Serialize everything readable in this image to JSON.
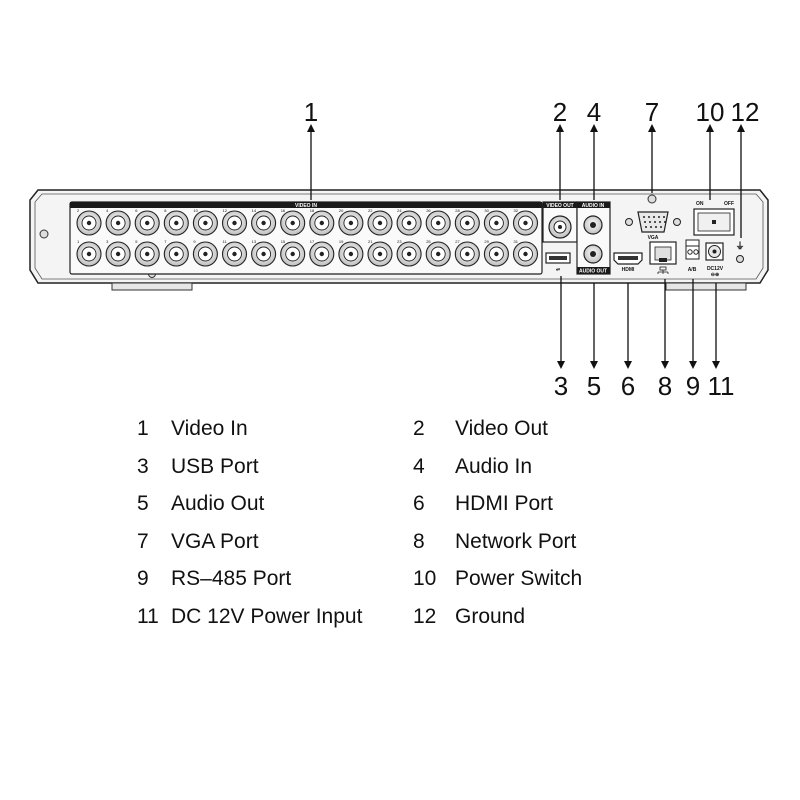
{
  "panel": {
    "video_in_label": "VIDEO IN",
    "video_out_label": "VIDEO OUT",
    "audio_in_label": "AUDIO IN",
    "audio_out_label": "AUDIO OUT",
    "vga_label": "VGA",
    "hdmi_label": "HDMI",
    "rs485_label": "A/B",
    "dc_label": "DC12V",
    "on_label": "ON",
    "off_label": "OFF",
    "usb_symbol": "⭉",
    "ground_symbol": "⏚",
    "bnc_top_numbers": [
      "2",
      "4",
      "6",
      "8",
      "10",
      "12",
      "14",
      "16",
      "18",
      "20",
      "22",
      "24",
      "26",
      "28",
      "30",
      "32"
    ],
    "bnc_bottom_numbers": [
      "1",
      "3",
      "5",
      "7",
      "9",
      "11",
      "13",
      "15",
      "17",
      "19",
      "21",
      "23",
      "25",
      "27",
      "29",
      "31"
    ]
  },
  "callouts": {
    "top": [
      "1",
      "2",
      "4",
      "7",
      "10",
      "12"
    ],
    "bottom": [
      "3",
      "5",
      "6",
      "8",
      "9",
      "11"
    ]
  },
  "legend": [
    {
      "num": "1",
      "label": "Video In"
    },
    {
      "num": "2",
      "label": "Video Out"
    },
    {
      "num": "3",
      "label": "USB Port"
    },
    {
      "num": "4",
      "label": "Audio In"
    },
    {
      "num": "5",
      "label": "Audio Out"
    },
    {
      "num": "6",
      "label": "HDMI Port"
    },
    {
      "num": "7",
      "label": "VGA Port"
    },
    {
      "num": "8",
      "label": "Network Port"
    },
    {
      "num": "9",
      "label": "RS–485 Port"
    },
    {
      "num": "10",
      "label": "Power Switch"
    },
    {
      "num": "11",
      "label": "DC 12V Power Input"
    },
    {
      "num": "12",
      "label": "Ground"
    }
  ]
}
